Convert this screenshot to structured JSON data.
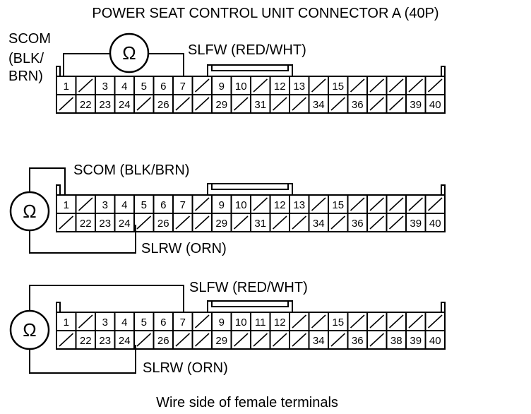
{
  "title": "POWER SEAT CONTROL UNIT CONNECTOR A (40P)",
  "caption": "Wire side of female terminals",
  "ohm_symbol": "Ω",
  "diagrams": [
    {
      "top_row": [
        "1",
        "/",
        "3",
        "4",
        "5",
        "6",
        "7",
        "/",
        "9",
        "10",
        "/",
        "12",
        "13",
        "/",
        "15",
        "/",
        "/",
        "/",
        "/",
        "/"
      ],
      "bottom_row": [
        "/",
        "22",
        "23",
        "24",
        "/",
        "26",
        "/",
        "/",
        "29",
        "/",
        "31",
        "/",
        "/",
        "34",
        "/",
        "36",
        "/",
        "/",
        "39",
        "40"
      ],
      "labels": {
        "scom": [
          "SCOM",
          "(BLK/",
          "BRN)"
        ],
        "slfw": "SLFW (RED/WHT)"
      }
    },
    {
      "top_row": [
        "1",
        "/",
        "3",
        "4",
        "5",
        "6",
        "7",
        "/",
        "9",
        "10",
        "/",
        "12",
        "13",
        "/",
        "15",
        "/",
        "/",
        "/",
        "/",
        "/"
      ],
      "bottom_row": [
        "/",
        "22",
        "23",
        "24",
        "/",
        "26",
        "/",
        "/",
        "29",
        "/",
        "31",
        "/",
        "/",
        "34",
        "/",
        "36",
        "/",
        "/",
        "39",
        "40"
      ],
      "labels": {
        "scom": "SCOM (BLK/BRN)",
        "slrw": "SLRW (ORN)"
      }
    },
    {
      "top_row": [
        "1",
        "/",
        "3",
        "4",
        "5",
        "6",
        "7",
        "/",
        "9",
        "10",
        "11",
        "12",
        "/",
        "/",
        "15",
        "/",
        "/",
        "/",
        "/",
        "/"
      ],
      "bottom_row": [
        "/",
        "22",
        "23",
        "24",
        "/",
        "26",
        "/",
        "/",
        "29",
        "/",
        "/",
        "/",
        "/",
        "34",
        "/",
        "36",
        "/",
        "38",
        "39",
        "40"
      ],
      "labels": {
        "slfw": "SLFW (RED/WHT)",
        "slrw": "SLRW (ORN)"
      }
    }
  ]
}
